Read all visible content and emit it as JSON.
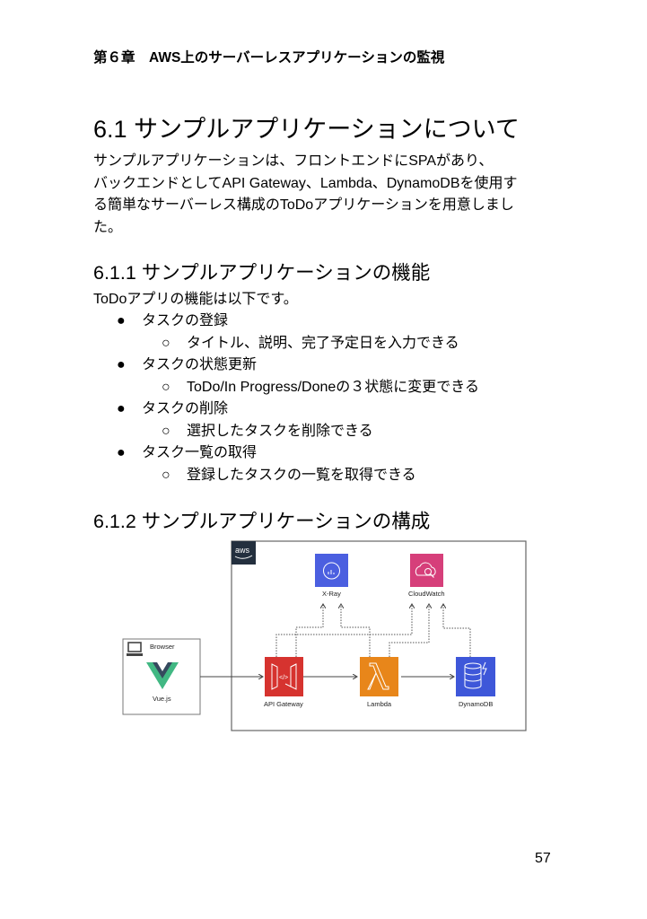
{
  "header": {
    "chapter": "第６章　AWS上のサーバーレスアプリケーションの監視"
  },
  "section": {
    "title": "6.1 サンプルアプリケーションについて",
    "paragraph_lines": [
      "サンプルアプリケーションは、フロントエンドにSPAがあり、",
      "バックエンドとしてAPI Gateway、Lambda、DynamoDBを使用す",
      "る簡単なサーバーレス構成のToDoアプリケーションを用意しまし",
      "た。"
    ]
  },
  "features": {
    "title": "6.1.1 サンプルアプリケーションの機能",
    "intro": "ToDoアプリの機能は以下です。",
    "items": [
      {
        "label": "タスクの登録",
        "sub": "タイトル、説明、完了予定日を入力できる"
      },
      {
        "label": "タスクの状態更新",
        "sub": "ToDo/In Progress/Doneの３状態に変更できる"
      },
      {
        "label": "タスクの削除",
        "sub": "選択したタスクを削除できる"
      },
      {
        "label": "タスク一覧の取得",
        "sub": "登録したタスクの一覧を取得できる"
      }
    ],
    "bullet": "●",
    "sub_bullet": "○"
  },
  "architecture": {
    "title": "6.1.2 サンプルアプリケーションの構成",
    "aws_logo": "aws",
    "browser": "Browser",
    "vue": "Vue.js",
    "xray": "X-Ray",
    "cloudwatch": "CloudWatch",
    "api_gateway": "API Gateway",
    "lambda": "Lambda",
    "dynamodb": "DynamoDB",
    "colors": {
      "xray": "#4b5fe0",
      "cloudwatch": "#d63f7a",
      "api_gateway": "#d6332f",
      "lambda": "#e8861a",
      "dynamodb": "#3e57d9",
      "aws_badge": "#232f3e",
      "vue_green": "#41b883",
      "vue_dark": "#35495e"
    }
  },
  "page_number": "57"
}
